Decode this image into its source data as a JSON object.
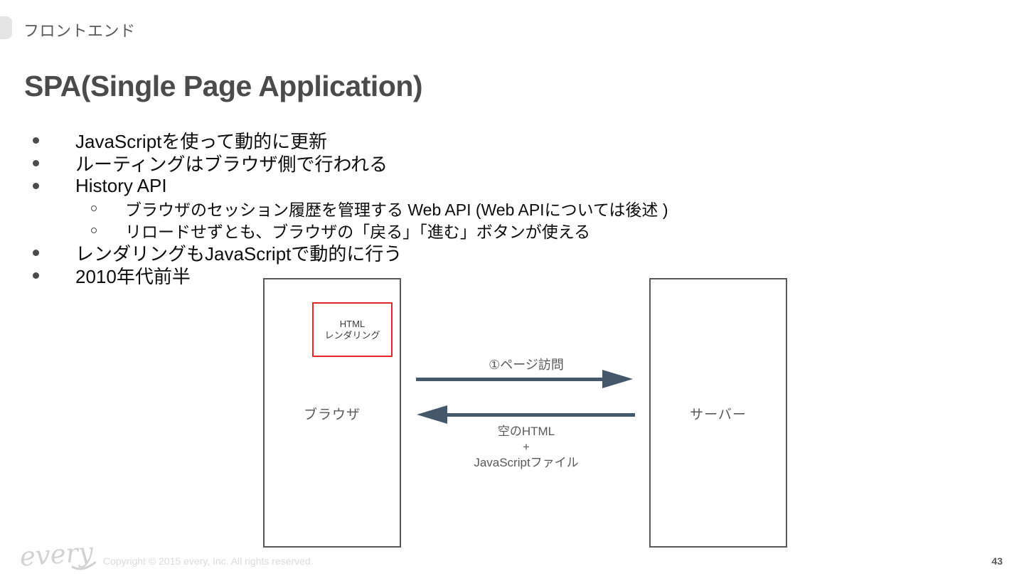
{
  "slide": {
    "section": "フロントエンド",
    "title": "SPA(Single Page Application)",
    "bullets": [
      {
        "level": 1,
        "text": "JavaScriptを使って動的に更新"
      },
      {
        "level": 1,
        "text": "ルーティングはブラウザ側で行われる"
      },
      {
        "level": 1,
        "text": "History API"
      },
      {
        "level": 2,
        "text": "ブラウザのセッション履歴を管理する Web API (Web APIについては後述 )"
      },
      {
        "level": 2,
        "text": "リロードせずとも、ブラウザの「戻る」「進む」ボタンが使える"
      },
      {
        "level": 1,
        "text": "レンダリングもJavaScriptで動的に行う"
      },
      {
        "level": 1,
        "text": "2010年代前半"
      }
    ]
  },
  "diagram": {
    "browser": {
      "label": "ブラウザ"
    },
    "render_box": {
      "line1": "HTML",
      "line2": "レンダリング"
    },
    "server": {
      "label": "サーバー"
    },
    "request": {
      "label": "①ページ訪問",
      "direction": "right"
    },
    "response": {
      "line1": "空のHTML",
      "line2": "+",
      "line3": "JavaScriptファイル",
      "direction": "left"
    }
  },
  "footer": {
    "logo_text": "every",
    "copyright": "Copyright © 2015 every, Inc. All rights reserved.",
    "page_number": "43"
  },
  "colors": {
    "arrow": "#45576b",
    "box_border": "#595959",
    "render_box_border": "#e8262a",
    "body_text": "#0c0c0c",
    "secondary_text": "#595959",
    "title_text": "#4b4b4b",
    "footer_text": "#dbdbdb",
    "tab_background": "#e4e4e4"
  }
}
